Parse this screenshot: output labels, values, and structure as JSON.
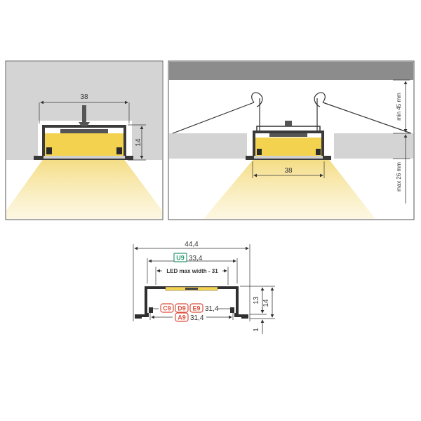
{
  "colors": {
    "ceiling_dark": "#8c8c8c",
    "ceiling_light": "#d4d4d4",
    "led_yellow": "#f3d24f",
    "beam": "#f7e7a4",
    "code_green": "#2e9a72",
    "code_red": "#d9503e",
    "line": "#333333"
  },
  "panel_left": {
    "width_label": "38",
    "height_label": "14"
  },
  "panel_right": {
    "width_label": "38",
    "min_label": "min 45 mm",
    "max_label": "max 26 mm"
  },
  "profile": {
    "overall_width": "44,4",
    "u9_code": "U9",
    "u9_value": "33,4",
    "led_max_width": "LED max width - 31",
    "c9_code": "C9",
    "d9_code": "D9",
    "e9_code": "E9",
    "cde_value": "31,4",
    "a9_code": "A9",
    "a9_value": "31,4",
    "height_13": "13",
    "height_14": "14",
    "flange_1": "1"
  }
}
